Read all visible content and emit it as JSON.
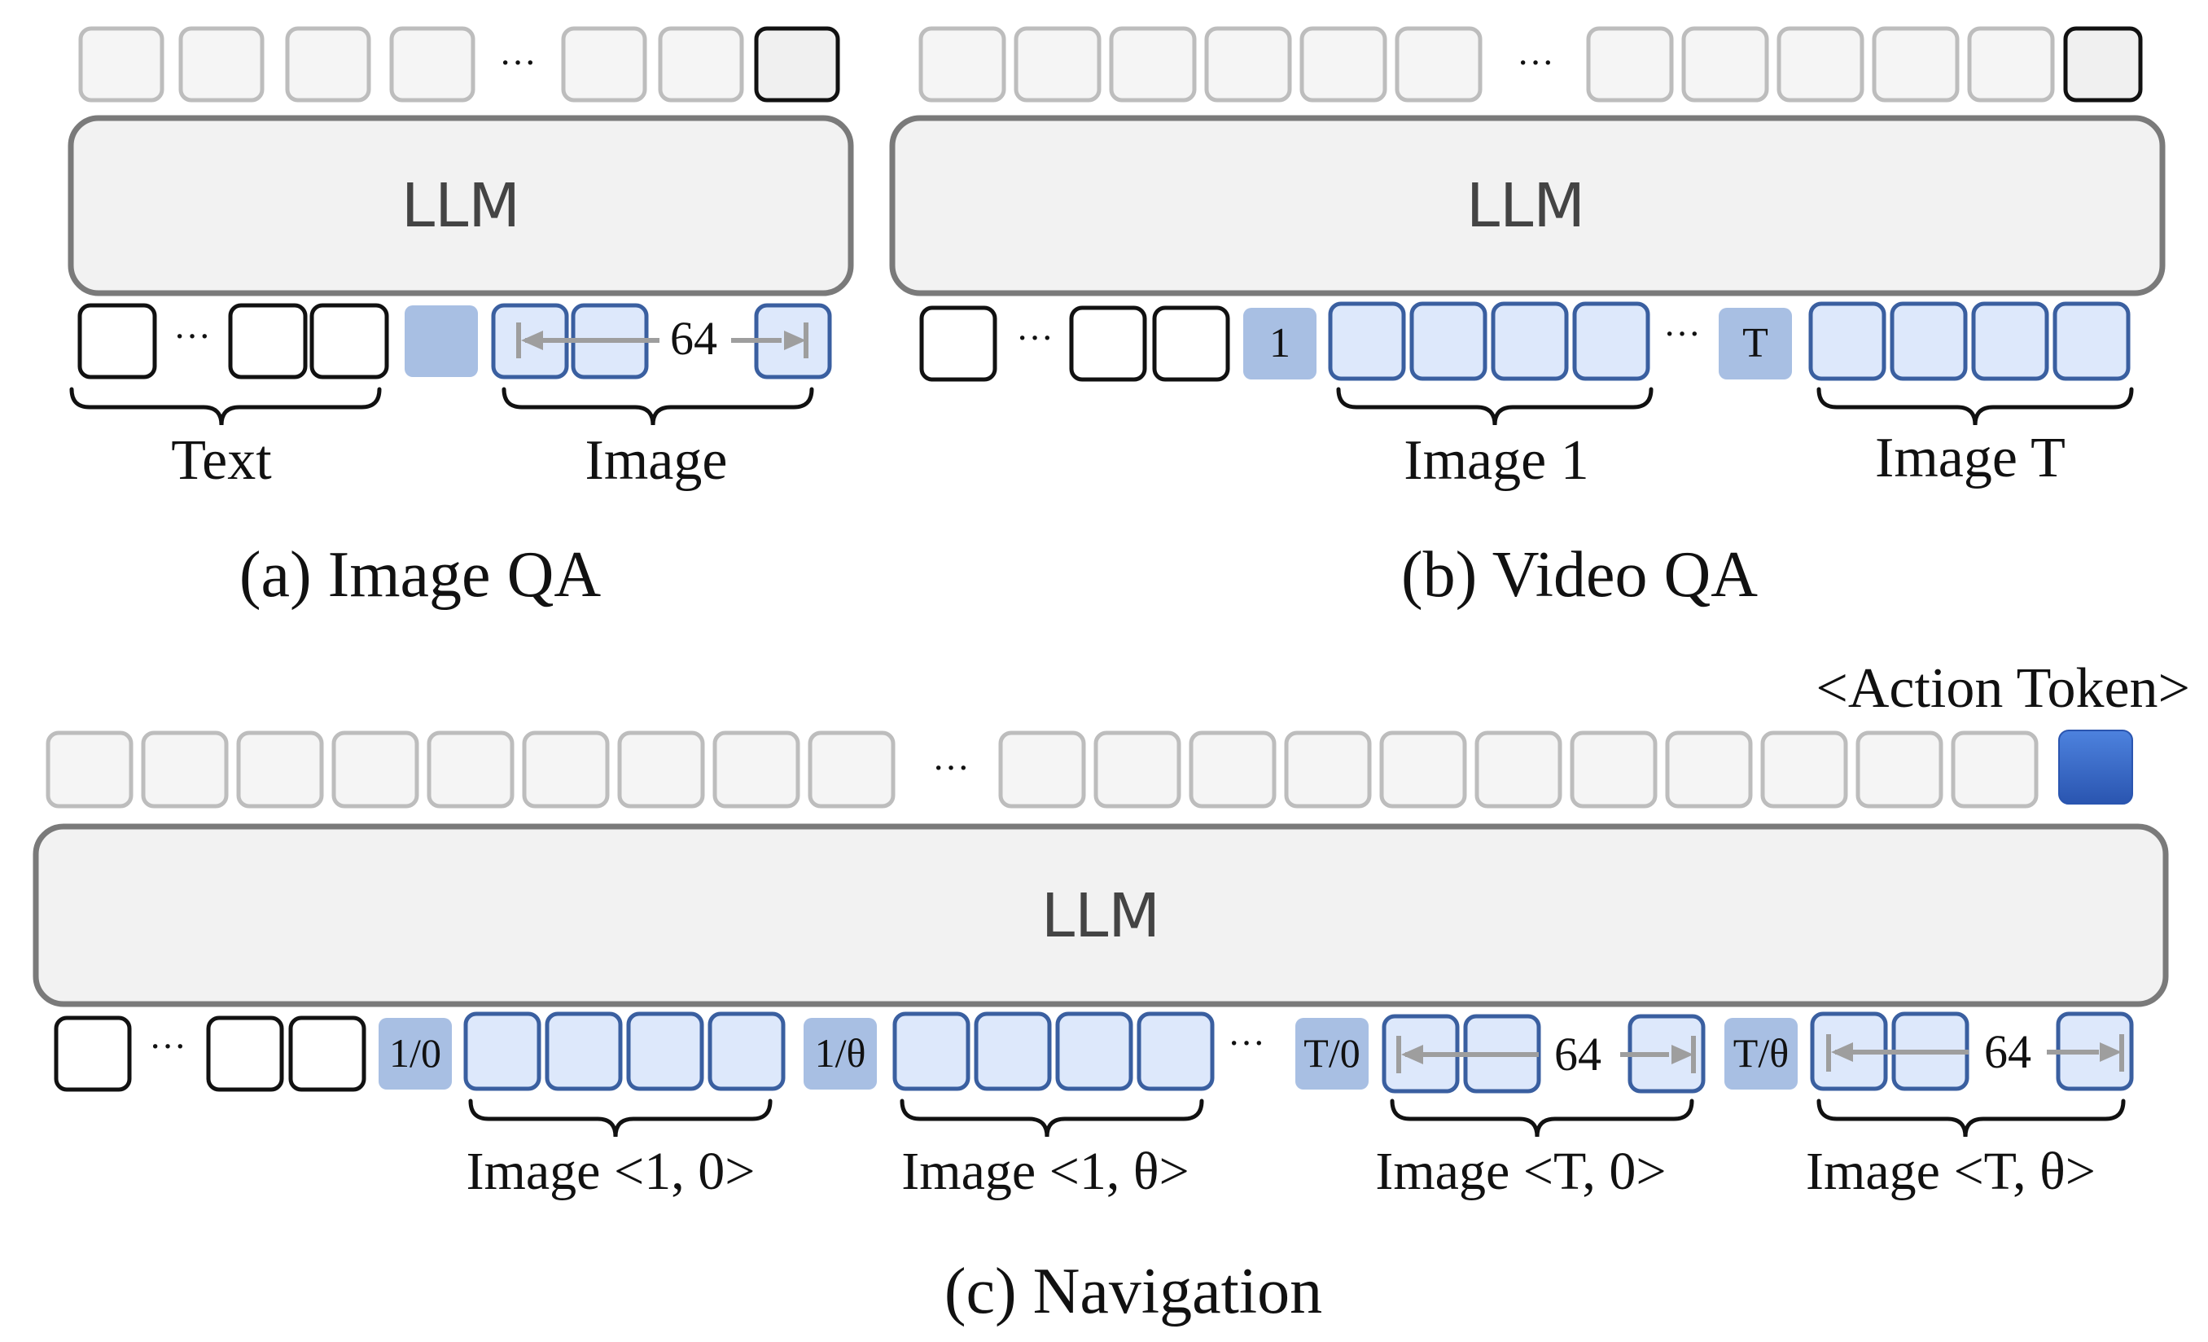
{
  "ellipsis": "···",
  "panel_a": {
    "llm_label": "LLM",
    "size_label": "64",
    "text_label": "Text",
    "image_label": "Image",
    "caption": "(a) Image QA"
  },
  "panel_b": {
    "llm_label": "LLM",
    "marker_first": "1",
    "marker_last": "T",
    "image_first_label": "Image 1",
    "image_last_label": "Image T",
    "caption": "(b) Video QA"
  },
  "panel_c": {
    "llm_label": "LLM",
    "action_token_label": "<Action Token>",
    "markers": [
      "1/0",
      "1/θ",
      "T/0",
      "T/θ"
    ],
    "size_label_1": "64",
    "size_label_2": "64",
    "image_labels": [
      "Image <1, 0>",
      "Image <1, θ>",
      "Image <T, 0>",
      "Image <T, θ>"
    ],
    "caption": "(c) Navigation"
  },
  "colors": {
    "output_token_border": "#bdbdbd",
    "output_token_fill": "#f5f5f5",
    "llm_border": "#7a7a7a",
    "llm_fill": "#f2f2f2",
    "text_token_border": "#111111",
    "image_token_border": "#3a5fa0",
    "image_token_fill": "#dde8fb",
    "marker_fill": "#a8bfe3",
    "action_token_fill": "#3568c8",
    "span_arrow": "#9e9e9e"
  }
}
